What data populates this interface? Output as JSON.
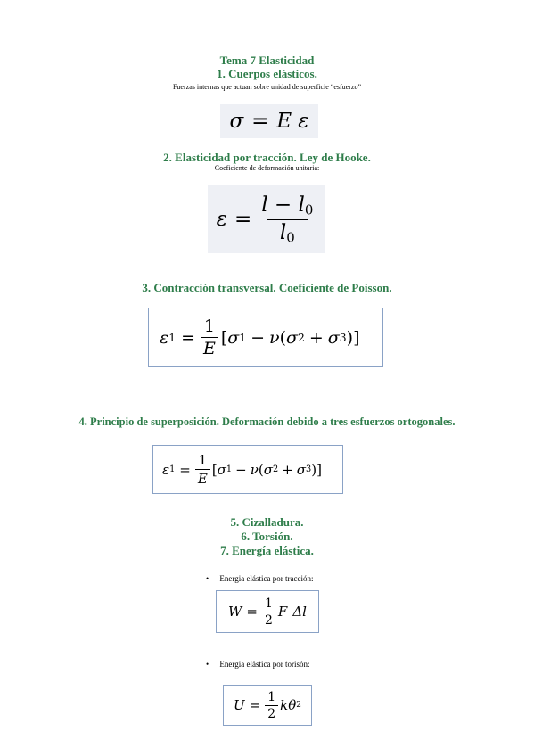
{
  "title": "Tema 7 Elasticidad",
  "sec1": {
    "heading": "1. Cuerpos elásticos.",
    "note": "Fuerzas internas que actuan sobre unidad de superficie “esfuerzo”"
  },
  "sec2": {
    "heading": "2. Elasticidad por tracción. Ley de Hooke.",
    "note": "Coeficiente de deformación unitaria:"
  },
  "sec3": {
    "heading": "3. Contracción transversal. Coeficiente de Poisson."
  },
  "sec4": {
    "heading": "4. Principio de superposición. Deformación debido a tres esfuerzos ortogonales."
  },
  "sec5": {
    "heading": "5. Cizalladura."
  },
  "sec6": {
    "heading": "6. Torsión."
  },
  "sec7": {
    "heading": "7. Energía elástica.",
    "bullets": [
      {
        "symbol": "•",
        "text": "Energia elástica por tracción:"
      },
      {
        "symbol": "•",
        "text": "Energia elástica por torisón:"
      }
    ]
  },
  "math": {
    "sigma": "σ",
    "equals": "=",
    "E": "E",
    "epsilon": "ε",
    "l": "l",
    "minus": "−",
    "l0": "l",
    "zero": "0",
    "one": "1",
    "two": "2",
    "three": "3",
    "lbracket": "[",
    "rbracket": "]",
    "nu": "ν",
    "lparen": "(",
    "rparen": ")",
    "plus": "+",
    "W": "W",
    "F": "F",
    "delta_l": "Δl",
    "U": "U",
    "k": "k",
    "theta": "θ"
  }
}
